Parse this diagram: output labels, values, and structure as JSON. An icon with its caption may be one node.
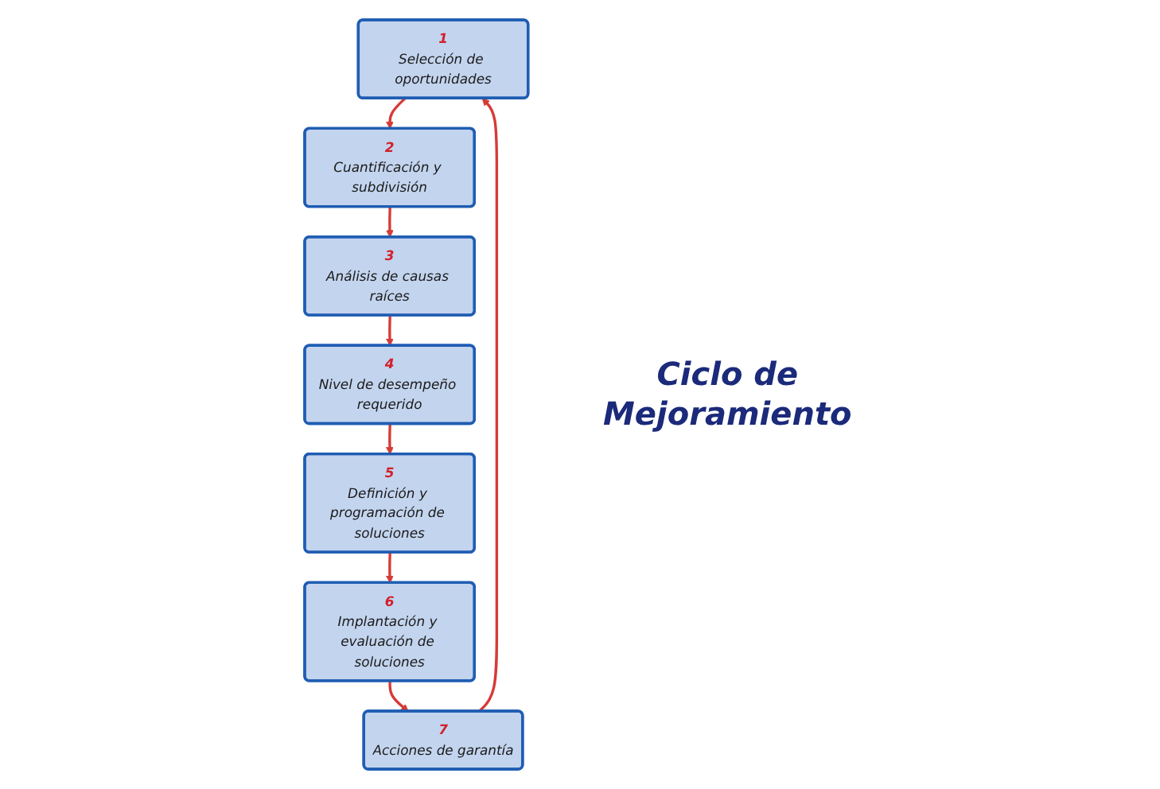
{
  "diagram": {
    "nodes": [
      {
        "text": [
          "1",
          "Selección de oportunidades"
        ]
      },
      {
        "text": [
          "2",
          "Cuantificación y subdivisión"
        ]
      },
      {
        "text": [
          "3",
          "Análisis de causas raíces"
        ]
      },
      {
        "text": [
          "4",
          "Nivel de desempeño requerido"
        ]
      },
      {
        "text": [
          "5",
          "Definición y programación de soluciones"
        ]
      },
      {
        "text": [
          "6",
          "Implantación y evaluación de soluciones"
        ]
      },
      {
        "text": [
          "7",
          "Acciones de garantía"
        ]
      }
    ],
    "edges": [
      {
        "from": 0,
        "to": 1,
        "arrow": "to"
      },
      {
        "from": 1,
        "to": 2,
        "arrow": "to"
      },
      {
        "from": 2,
        "to": 3,
        "arrow": "to"
      },
      {
        "from": 3,
        "to": 4,
        "arrow": "to"
      },
      {
        "from": 4,
        "to": 5,
        "arrow": "to"
      },
      {
        "from": 5,
        "to": 6,
        "arrow": "to"
      },
      {
        "from": 6,
        "to": 0,
        "arrow": "to"
      }
    ],
    "labels": [
      "Ciclo de Mejoramiento"
    ]
  }
}
